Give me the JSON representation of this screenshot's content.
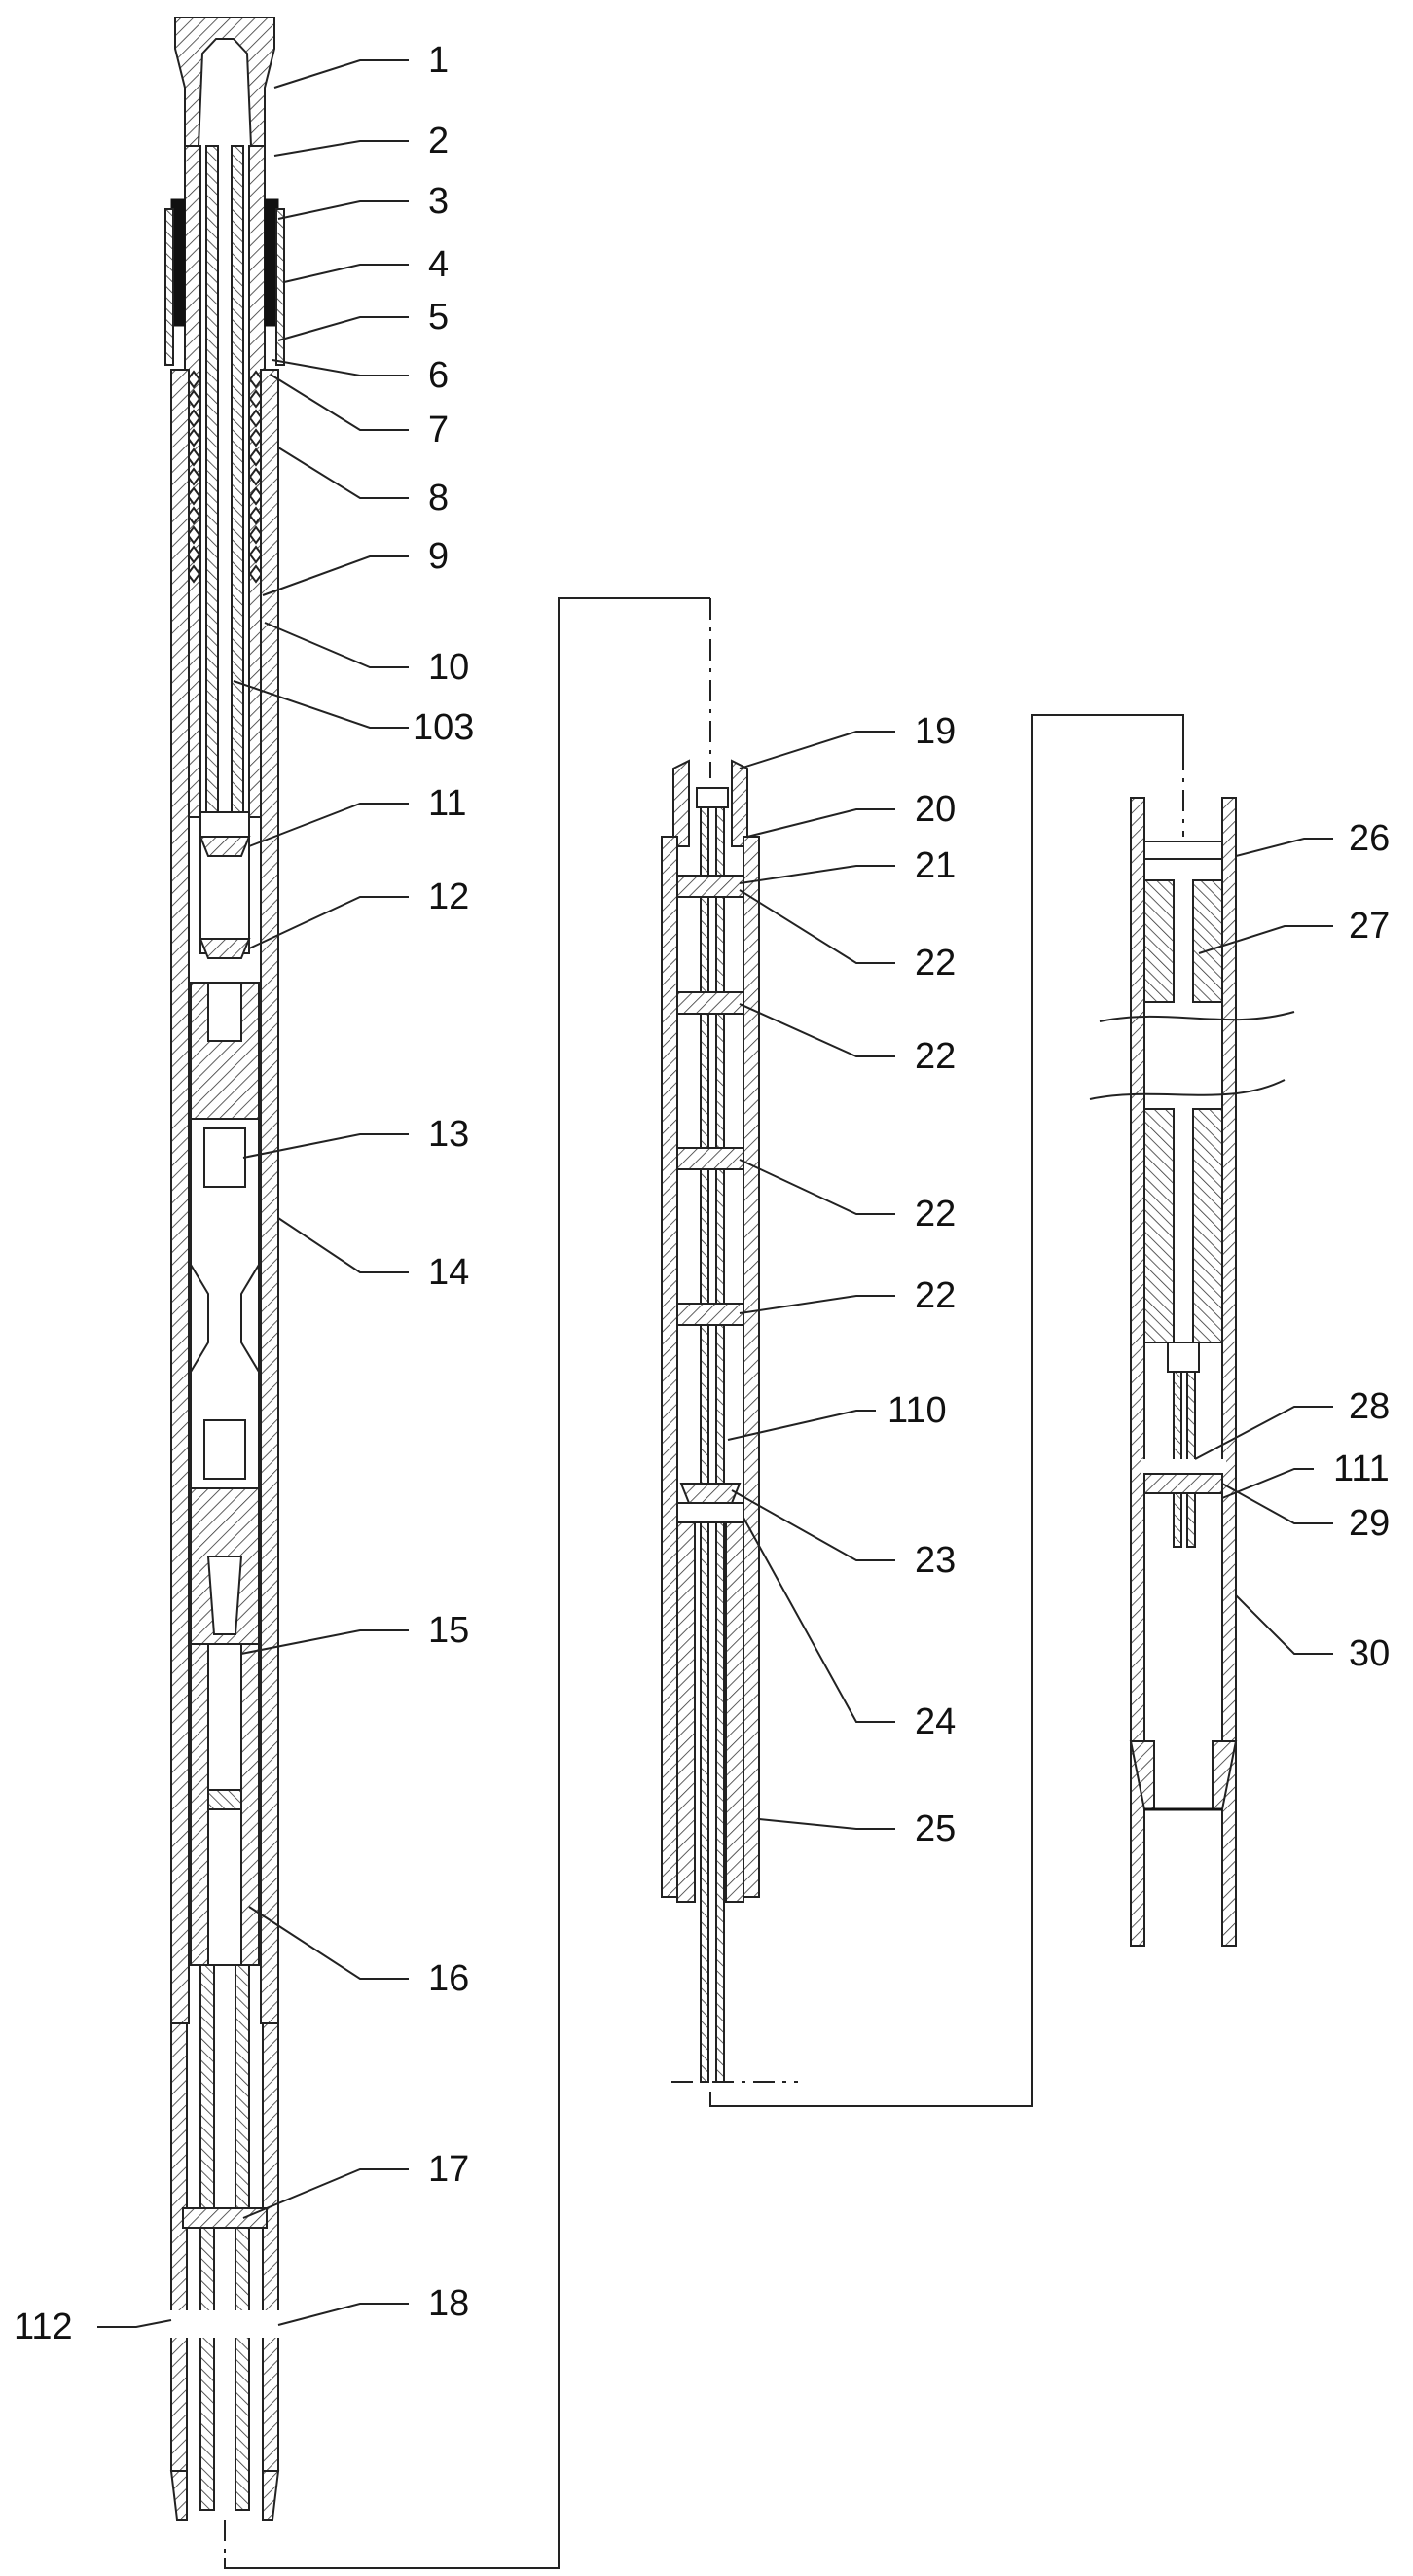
{
  "figure": {
    "callouts": [
      {
        "id": "c1",
        "text": "1"
      },
      {
        "id": "c2",
        "text": "2"
      },
      {
        "id": "c3",
        "text": "3"
      },
      {
        "id": "c4",
        "text": "4"
      },
      {
        "id": "c5",
        "text": "5"
      },
      {
        "id": "c6",
        "text": "6"
      },
      {
        "id": "c7",
        "text": "7"
      },
      {
        "id": "c8",
        "text": "8"
      },
      {
        "id": "c9",
        "text": "9"
      },
      {
        "id": "c10",
        "text": "10"
      },
      {
        "id": "c103",
        "text": "103"
      },
      {
        "id": "c11",
        "text": "11"
      },
      {
        "id": "c12",
        "text": "12"
      },
      {
        "id": "c13",
        "text": "13"
      },
      {
        "id": "c14",
        "text": "14"
      },
      {
        "id": "c15",
        "text": "15"
      },
      {
        "id": "c16",
        "text": "16"
      },
      {
        "id": "c17",
        "text": "17"
      },
      {
        "id": "c112",
        "text": "112"
      },
      {
        "id": "c18",
        "text": "18"
      },
      {
        "id": "c19",
        "text": "19"
      },
      {
        "id": "c20",
        "text": "20"
      },
      {
        "id": "c21",
        "text": "21"
      },
      {
        "id": "c22a",
        "text": "22"
      },
      {
        "id": "c22b",
        "text": "22"
      },
      {
        "id": "c22c",
        "text": "22"
      },
      {
        "id": "c22d",
        "text": "22"
      },
      {
        "id": "c110",
        "text": "110"
      },
      {
        "id": "c23",
        "text": "23"
      },
      {
        "id": "c24",
        "text": "24"
      },
      {
        "id": "c25",
        "text": "25"
      },
      {
        "id": "c26",
        "text": "26"
      },
      {
        "id": "c27",
        "text": "27"
      },
      {
        "id": "c28",
        "text": "28"
      },
      {
        "id": "c111",
        "text": "111"
      },
      {
        "id": "c29",
        "text": "29"
      },
      {
        "id": "c30",
        "text": "30"
      }
    ]
  }
}
